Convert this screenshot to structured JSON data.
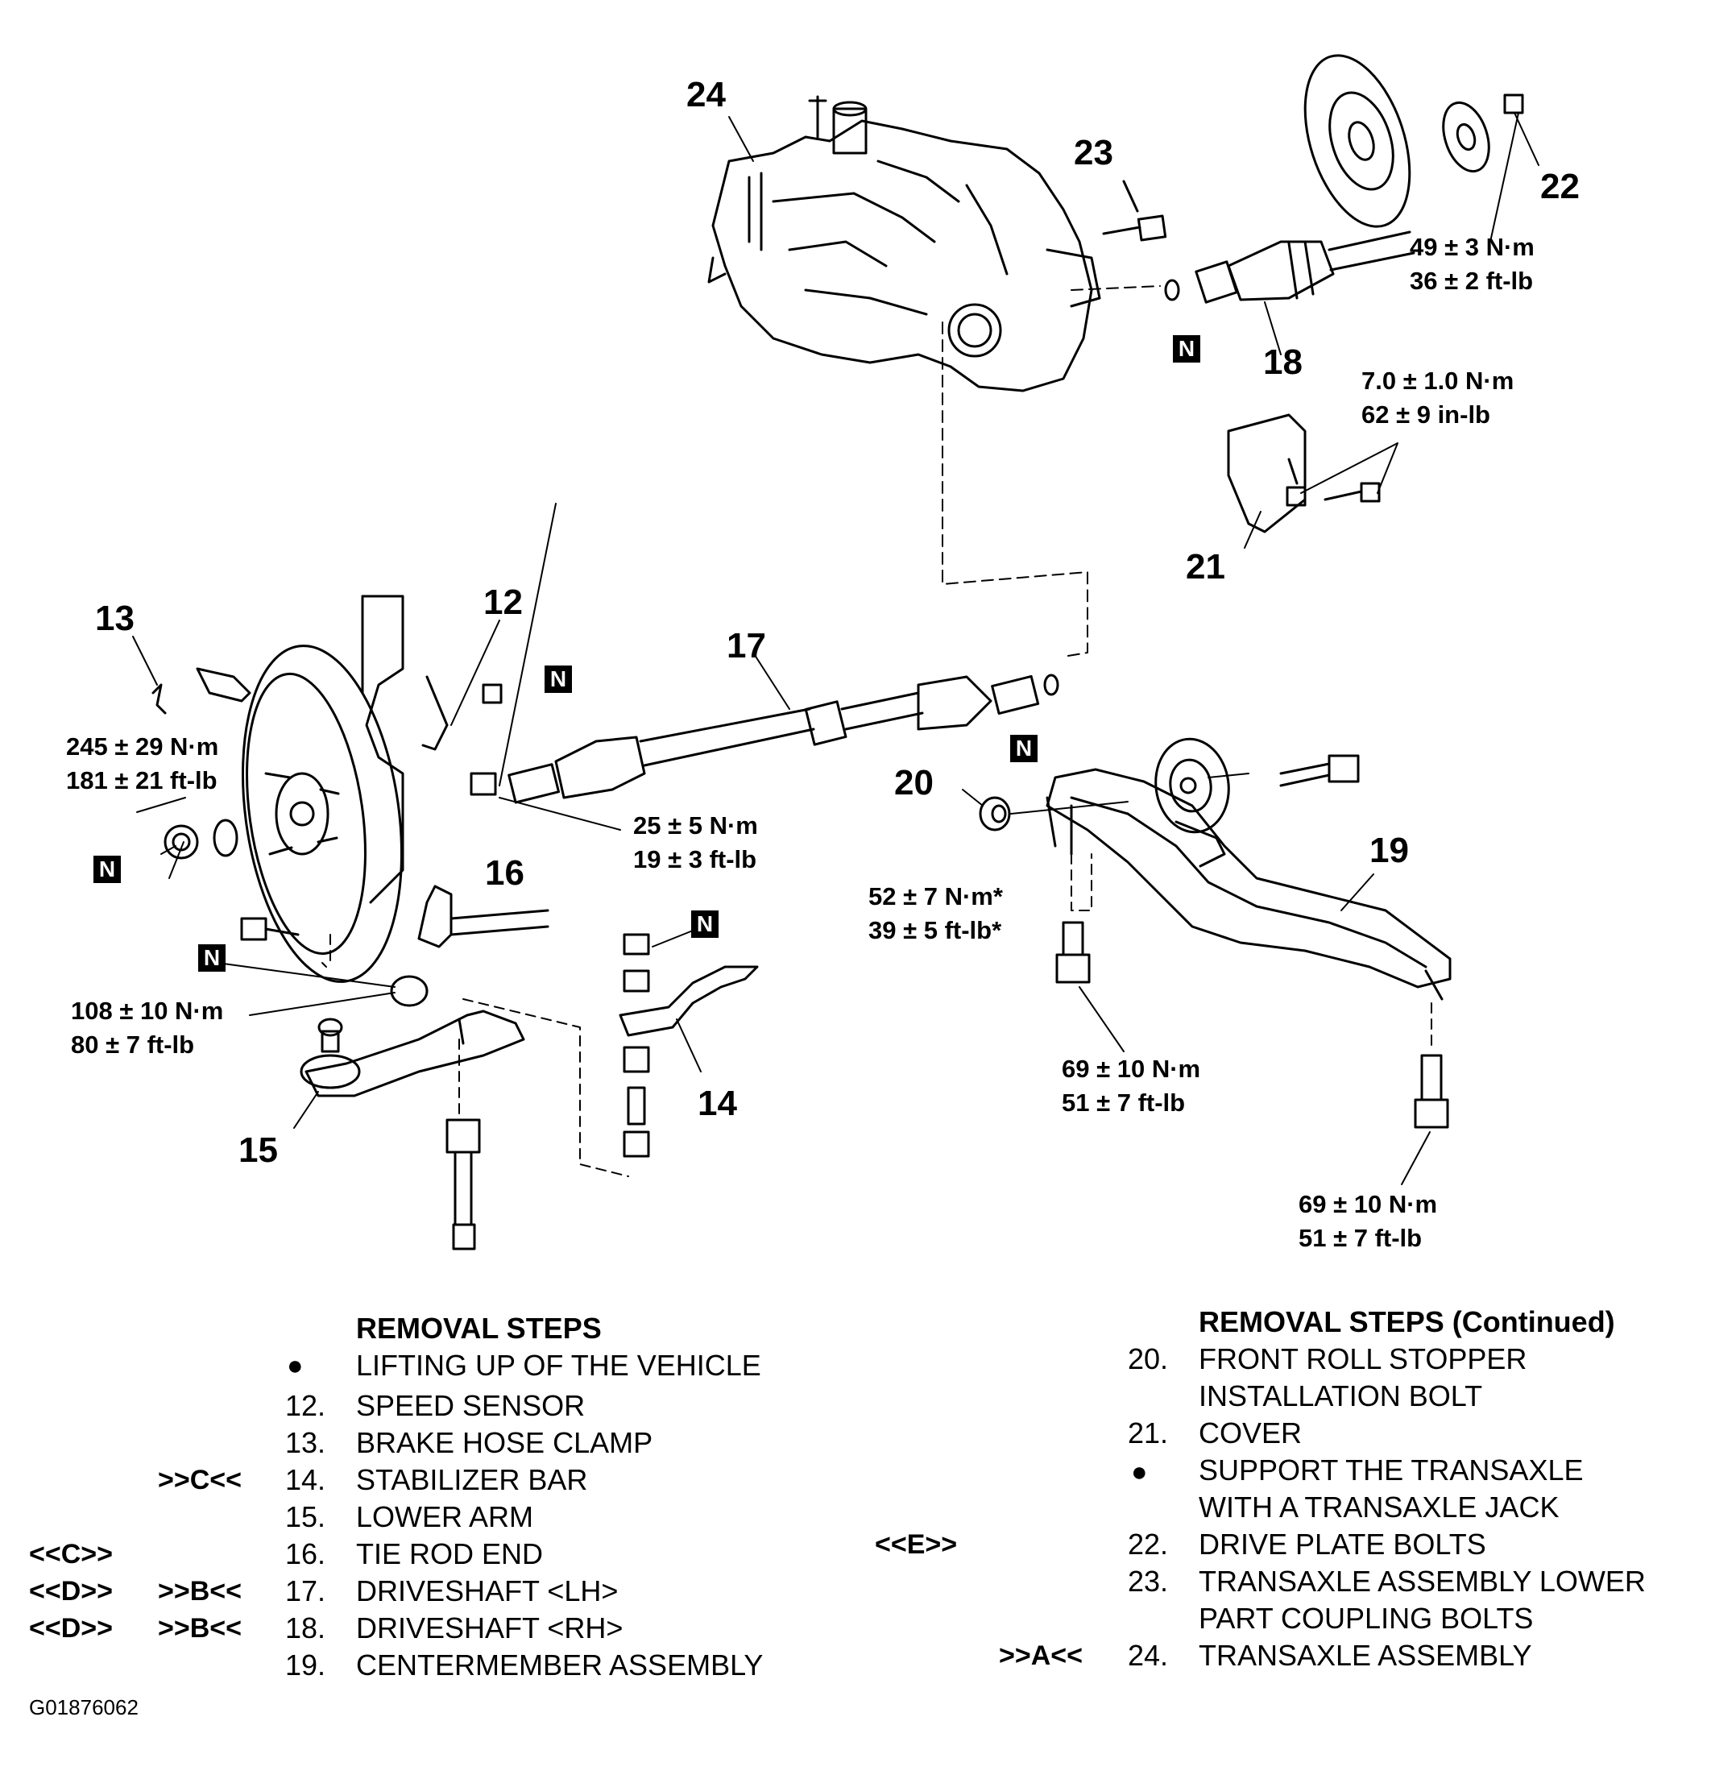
{
  "diagram": {
    "callouts": {
      "c12": "12",
      "c13": "13",
      "c14": "14",
      "c15": "15",
      "c16": "16",
      "c17": "17",
      "c18": "18",
      "c19": "19",
      "c20": "20",
      "c21": "21",
      "c22": "22",
      "c23": "23",
      "c24": "24"
    },
    "new_part_mark": "N",
    "torques": {
      "t_driveplate": [
        "49 ± 3 N·m",
        "36 ± 2 ft-lb"
      ],
      "t_cover": [
        "7.0 ± 1.0 N·m",
        "62 ± 9 in-lb"
      ],
      "t_hubnut": [
        "245 ± 29 N·m",
        "181 ± 21 ft-lb"
      ],
      "t_tierod": [
        "25 ± 5 N·m",
        "19 ± 3 ft-lb"
      ],
      "t_stopper": [
        "52 ± 7 N·m*",
        "39 ± 5 ft-lb*"
      ],
      "t_balljoint": [
        "108 ± 10 N·m",
        "80 ± 7 ft-lb"
      ],
      "t_centermember_front": [
        "69 ± 10 N·m",
        "51 ± 7 ft-lb"
      ],
      "t_centermember_rear": [
        "69 ± 10 N·m",
        "51 ± 7 ft-lb"
      ]
    }
  },
  "removal_left": {
    "title": "REMOVAL STEPS",
    "bullet": "●",
    "steps": [
      {
        "num": "",
        "text": "LIFTING UP OF THE VEHICLE",
        "bullet": true,
        "code_a": "",
        "code_b": ""
      },
      {
        "num": "12.",
        "text": "SPEED SENSOR",
        "code_a": "",
        "code_b": ""
      },
      {
        "num": "13.",
        "text": "BRAKE HOSE CLAMP",
        "code_a": "",
        "code_b": ""
      },
      {
        "num": "14.",
        "text": "STABILIZER BAR",
        "code_a": "",
        "code_b": ">>C<<"
      },
      {
        "num": "15.",
        "text": "LOWER ARM",
        "code_a": "",
        "code_b": ""
      },
      {
        "num": "16.",
        "text": "TIE ROD END",
        "code_a": "<<C>>",
        "code_b": ""
      },
      {
        "num": "17.",
        "text": "DRIVESHAFT <LH>",
        "code_a": "<<D>>",
        "code_b": ">>B<<"
      },
      {
        "num": "18.",
        "text": "DRIVESHAFT <RH>",
        "code_a": "<<D>>",
        "code_b": ">>B<<"
      },
      {
        "num": "19.",
        "text": "CENTERMEMBER ASSEMBLY",
        "code_a": "",
        "code_b": ""
      }
    ]
  },
  "removal_right": {
    "title_bold": "REMOVAL STEPS",
    "title_rest": "(Continued)",
    "bullet": "●",
    "steps": [
      {
        "num": "20.",
        "text": "FRONT ROLL STOPPER",
        "code_a": "",
        "code_b": ""
      },
      {
        "num": "",
        "text": "INSTALLATION BOLT",
        "code_a": "",
        "code_b": ""
      },
      {
        "num": "21.",
        "text": "COVER",
        "code_a": "",
        "code_b": ""
      },
      {
        "num": "",
        "text": "SUPPORT THE TRANSAXLE",
        "bullet": true,
        "code_a": "",
        "code_b": ""
      },
      {
        "num": "",
        "text": "WITH A TRANSAXLE JACK",
        "code_a": "",
        "code_b": ""
      },
      {
        "num": "22.",
        "text": "DRIVE PLATE BOLTS",
        "code_a": "<<E>>",
        "code_b": ""
      },
      {
        "num": "23.",
        "text": "TRANSAXLE ASSEMBLY LOWER",
        "code_a": "",
        "code_b": ""
      },
      {
        "num": "",
        "text": "PART COUPLING BOLTS",
        "code_a": "",
        "code_b": ""
      },
      {
        "num": "24.",
        "text": "TRANSAXLE ASSEMBLY",
        "code_a": "",
        "code_b": ">>A<<"
      }
    ]
  },
  "figure_id": "G01876062"
}
